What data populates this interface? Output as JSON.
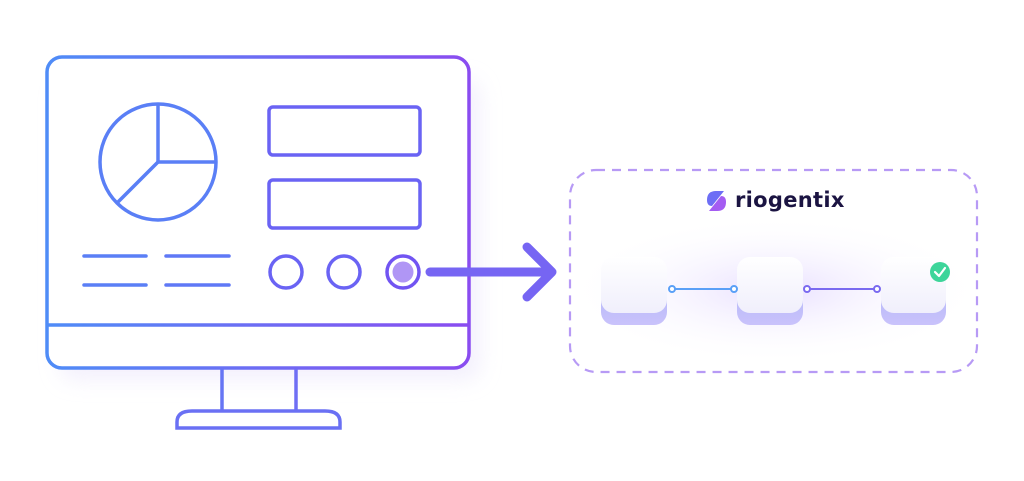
{
  "brand": {
    "name": "riogentix"
  },
  "colors": {
    "gradient_start": "#4f8cf7",
    "gradient_end": "#8a4cf0",
    "accent_fill": "#b096f5",
    "check_green": "#3dd59a",
    "dash": "#b79af5"
  },
  "pipeline": {
    "nodes": 3,
    "completed_node": 3
  }
}
